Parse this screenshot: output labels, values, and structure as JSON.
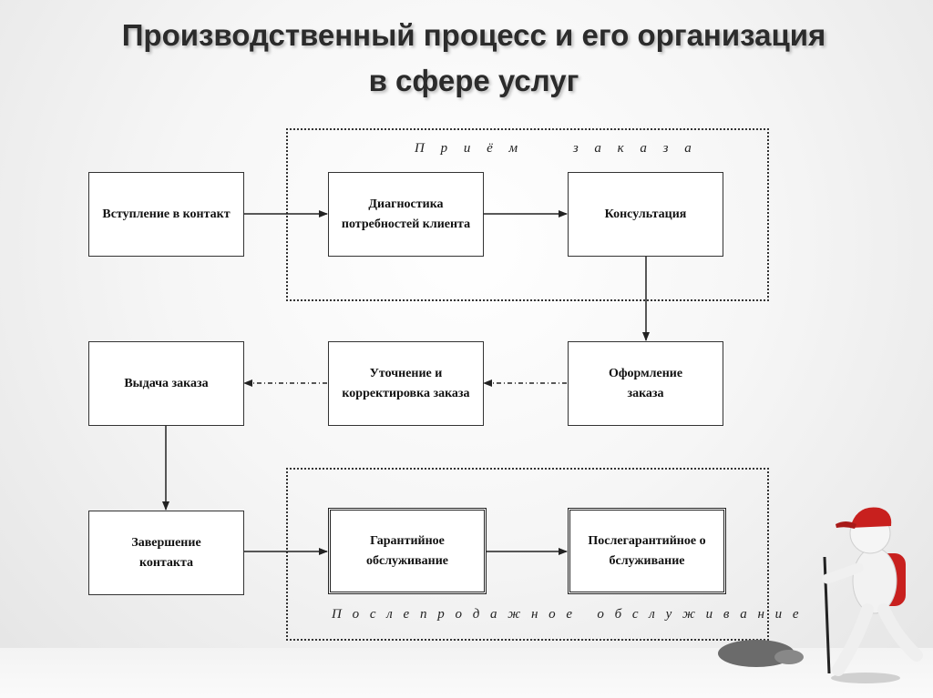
{
  "title": {
    "line1": "Производственный процесс и его организация",
    "line2": "в сфере услуг"
  },
  "groups": {
    "order_intake": "П р и ё м     з а к а з а",
    "after_sales": "П о с л е п р о д а ж н о е   о б с л у ж и в а н и е"
  },
  "boxes": {
    "entering_contact": "Вступление в контакт",
    "needs_diagnostics": "Диагностика потребностей клиента",
    "consultation": "Консультация",
    "order_registration": "Оформление заказа",
    "order_clarification": "Уточнение и корректировка заказа",
    "order_delivery": "Выдача заказа",
    "contact_completion": "Завершение контакта",
    "warranty_service": "Гарантийное обслуживание",
    "post_warranty_service": "Послегарантийное обслуживание"
  }
}
